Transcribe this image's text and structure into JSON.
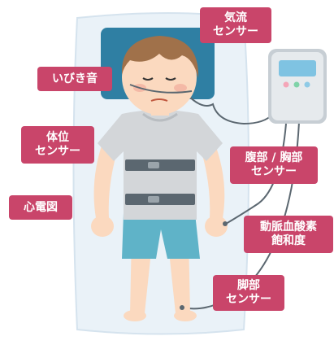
{
  "labels": {
    "airflow": [
      "気流",
      "センサー"
    ],
    "snore": [
      "いびき音"
    ],
    "position": [
      "体位",
      "センサー"
    ],
    "abdominal": [
      "腹部 / 胸部",
      "センサー"
    ],
    "ecg": [
      "心電図"
    ],
    "spo2": [
      "動脈血酸素",
      "飽和度"
    ],
    "leg": [
      "脚部",
      "センサー"
    ]
  },
  "device": {
    "indicator_lights": [
      "#f4a6b8",
      "#7fd3a8",
      "#8ecae6"
    ]
  },
  "colors": {
    "label_bg": "#c9456a",
    "mattress": "#eaf2f8",
    "pillow": "#2f7fa3",
    "shirt": "#d3d6d9",
    "shorts": "#5fb3c8",
    "hair": "#a0714a",
    "skin": "#fbd9bf",
    "cable": "#5b6770"
  }
}
